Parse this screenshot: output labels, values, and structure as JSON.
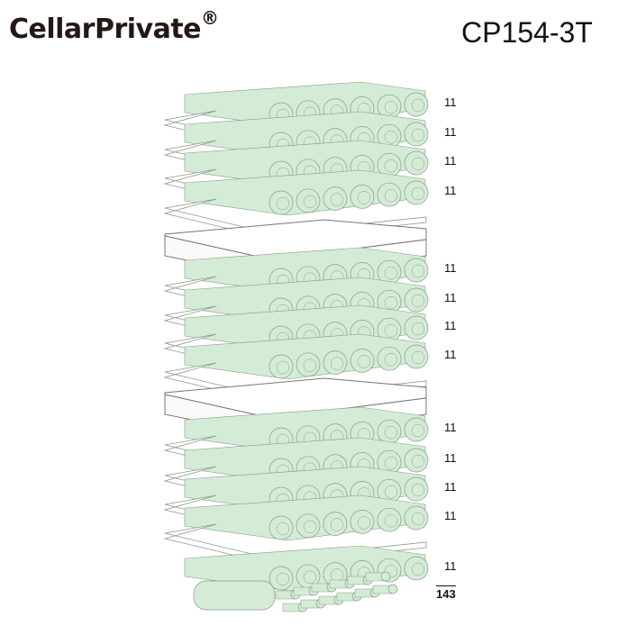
{
  "header": {
    "brand": "CellarPrivate",
    "registered": "®",
    "model": "CP154-3T"
  },
  "rows": [
    {
      "label": "11",
      "zone": 1
    },
    {
      "label": "11",
      "zone": 1
    },
    {
      "label": "11",
      "zone": 1
    },
    {
      "label": "11",
      "zone": 1
    },
    {
      "label": "11",
      "zone": 2
    },
    {
      "label": "11",
      "zone": 2
    },
    {
      "label": "11",
      "zone": 2
    },
    {
      "label": "11",
      "zone": 2
    },
    {
      "label": "11",
      "zone": 3
    },
    {
      "label": "11",
      "zone": 3
    },
    {
      "label": "11",
      "zone": 3
    },
    {
      "label": "11",
      "zone": 3
    },
    {
      "label": "11",
      "zone": 3
    }
  ],
  "total": "143",
  "colors": {
    "bottle": "#d4ecd6",
    "outline": "#8a9a8c",
    "shelf": "#ffffff"
  }
}
